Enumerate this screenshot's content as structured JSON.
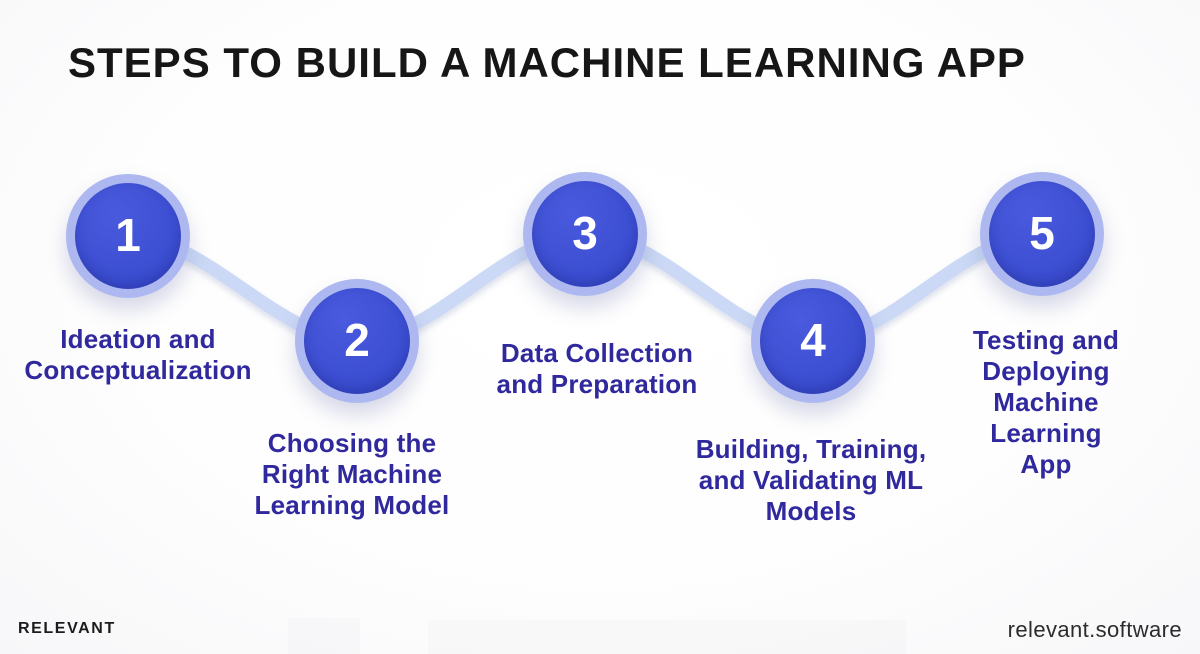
{
  "title": "STEPS TO BUILD A MACHINE LEARNING APP",
  "steps": [
    {
      "number": "1",
      "label": "Ideation and\nConceptualization"
    },
    {
      "number": "2",
      "label": "Choosing the\nRight Machine\nLearning Model"
    },
    {
      "number": "3",
      "label": "Data Collection\nand Preparation"
    },
    {
      "number": "4",
      "label": "Building, Training,\nand Validating ML\nModels"
    },
    {
      "number": "5",
      "label": "Testing and\nDeploying Machine\nLearning App"
    }
  ],
  "footer": {
    "brand": "RELEVANT",
    "website": "relevant.software"
  },
  "colors": {
    "circle_fill": "#3c4ed1",
    "circle_ring": "#aeb8f0",
    "connector": "#cbd9f6",
    "label_text": "#30289d",
    "title_text": "#161616",
    "number_text": "#ffffff"
  }
}
